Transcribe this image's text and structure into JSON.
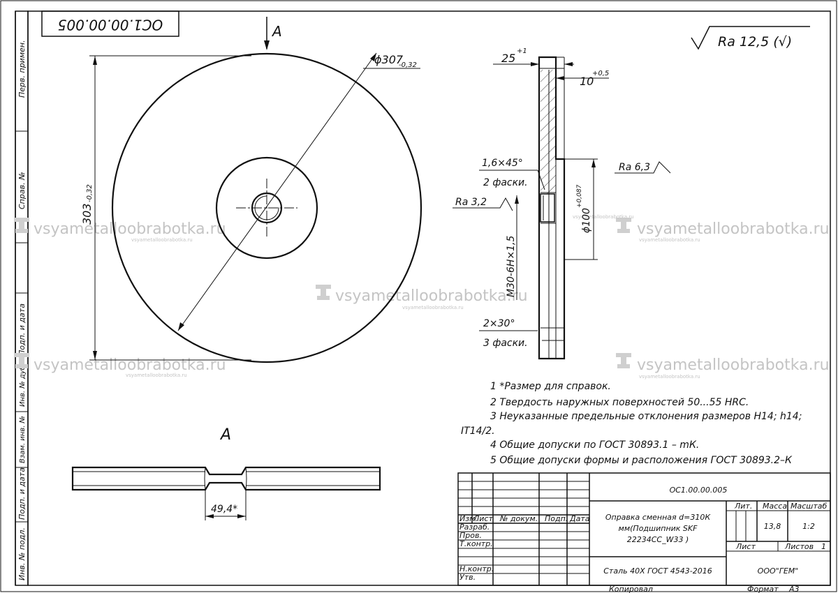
{
  "frame": {
    "designation_rotated": "ОС1.00.00.005",
    "side_strip": [
      "Перв. примен.",
      "Справ. №",
      "Подп. и дата",
      "Инв. № дубл.",
      "Взам. инв. №",
      "Подп. и дата",
      "Инв. № подл."
    ]
  },
  "roughness": {
    "general": "Ra 12,5 (√)",
    "face": "Ra 6,3",
    "bore": "Ra 3,2"
  },
  "dimensions": {
    "view_label": "А",
    "dia_outer": "ϕ307",
    "dia_outer_tol": "-0,32",
    "dim_303": "303",
    "dim_303_tol": "-0,32",
    "thickness": "25",
    "thickness_tol": "+1",
    "hub": "10",
    "hub_tol": "+0,5",
    "chamfer1": "1,6×45°",
    "chamfer1_note": "2 фаски.",
    "thread": "М30-6Н×1,5",
    "dia_100": "ϕ100",
    "dia_100_tol": "+0,087",
    "chamfer2": "2×30°",
    "chamfer2_note": "3 фаски.",
    "view_a_dim": "49,4*"
  },
  "notes": [
    "1  *Размер для справок.",
    "2  Твердость наружных поверхностей 50...55 HRC.",
    "3  Неуказанные предельные отклонения размеров   Н14;  h14;",
    "IT14/2.",
    "4  Общие допуски по ГОСТ 30893.1 – mК.",
    "5  Общие допуски формы и расположения ГОСТ 30893.2–К"
  ],
  "title_block": {
    "designation": "ОС1.00.00.005",
    "name": [
      "Оправка сменная d=310К",
      "мм(Подшипник SKF",
      "22234СС_W33 )"
    ],
    "material": "Сталь 40Х ГОСТ 4543-2016",
    "company": "ООО\"ГЕМ\"",
    "col_lit": "Лит.",
    "col_mass": "Масса",
    "col_scale": "Масштаб",
    "mass": "13,8",
    "scale": "1:2",
    "sheet": "Лист",
    "sheets": "Листов",
    "sheets_count": "1",
    "header_row": [
      "Изм.",
      "Лист",
      "№ докум.",
      "Подп.",
      "Дата"
    ],
    "roles": [
      "Разраб.",
      "Пров.",
      "Т.контр.",
      "",
      "Н.контр.",
      "Утв."
    ],
    "copied": "Копировал",
    "format_label": "Формат",
    "format": "А3"
  },
  "watermark": {
    "text": "vsyametalloobrabotka.ru",
    "small": "vsyametalloobrabotka.ru"
  }
}
